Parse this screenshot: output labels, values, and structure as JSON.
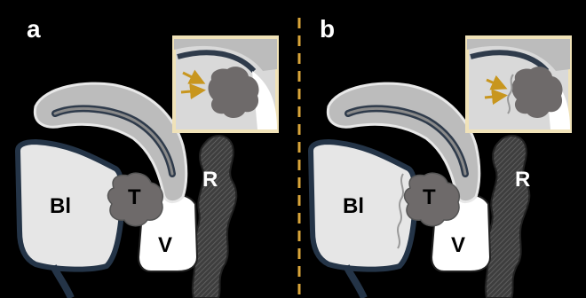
{
  "panels": [
    {
      "letter": "a",
      "bladder": "Bl",
      "tumor": "T",
      "vagina": "V",
      "rectum": "R"
    },
    {
      "letter": "b",
      "bladder": "Bl",
      "tumor": "T",
      "vagina": "V",
      "rectum": "R"
    }
  ],
  "colors": {
    "background": "#000000",
    "divider": "#d9a53a",
    "inset_border": "#f0e2b8",
    "arrow": "#c8961e",
    "tumor": "#6e6a6a",
    "bladder": "#dcdcdc",
    "uterus": "#bcbcbc",
    "rectum": "#4a4a4a"
  }
}
